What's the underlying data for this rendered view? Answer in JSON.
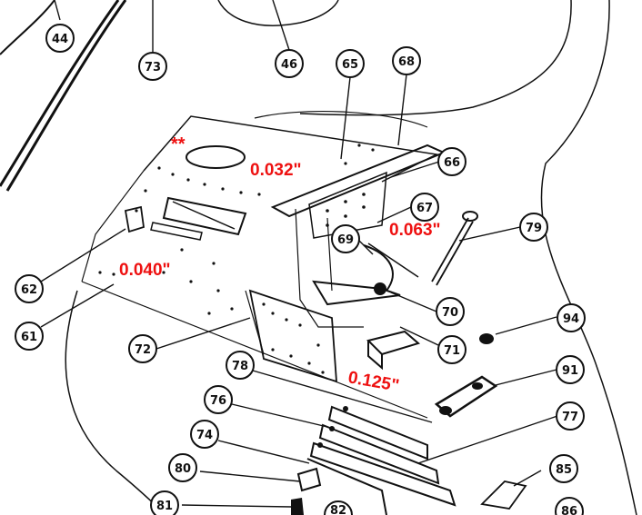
{
  "callouts": [
    {
      "id": "44",
      "text": "44"
    },
    {
      "id": "73",
      "text": "73"
    },
    {
      "id": "46",
      "text": "46"
    },
    {
      "id": "65",
      "text": "65"
    },
    {
      "id": "68",
      "text": "68"
    },
    {
      "id": "66",
      "text": "66"
    },
    {
      "id": "67",
      "text": "67"
    },
    {
      "id": "79",
      "text": "79"
    },
    {
      "id": "69",
      "text": "69"
    },
    {
      "id": "62",
      "text": "62"
    },
    {
      "id": "70",
      "text": "70"
    },
    {
      "id": "61",
      "text": "61"
    },
    {
      "id": "94",
      "text": "94"
    },
    {
      "id": "72",
      "text": "72"
    },
    {
      "id": "71",
      "text": "71"
    },
    {
      "id": "78",
      "text": "78"
    },
    {
      "id": "91",
      "text": "91"
    },
    {
      "id": "76",
      "text": "76"
    },
    {
      "id": "77",
      "text": "77"
    },
    {
      "id": "74",
      "text": "74"
    },
    {
      "id": "80",
      "text": "80"
    },
    {
      "id": "85",
      "text": "85"
    },
    {
      "id": "81",
      "text": "81"
    },
    {
      "id": "86",
      "text": "86"
    },
    {
      "id": "82",
      "text": "82"
    }
  ],
  "annotations": {
    "stars": "**",
    "thickness_top": "0.032\"",
    "thickness_bracket": "0.063\"",
    "thickness_side": "0.040\"",
    "thickness_lower": "0.125\""
  },
  "colors": {
    "annotation": "#ee1111",
    "ink": "#111111"
  }
}
